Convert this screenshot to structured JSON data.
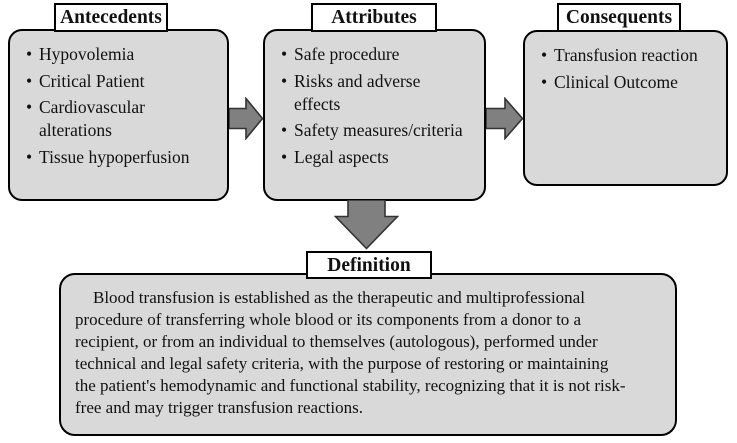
{
  "diagram": {
    "antecedents": {
      "title": "Antecedents",
      "items": [
        "Hypovolemia",
        "Critical Patient",
        "Cardiovascular\nalterations",
        "Tissue hypoperfusion"
      ]
    },
    "attributes": {
      "title": "Attributes",
      "items": [
        "Safe procedure",
        "Risks and adverse\neffects",
        "Safety measures/criteria",
        "Legal aspects"
      ]
    },
    "consequents": {
      "title": "Consequents",
      "items": [
        "Transfusion reaction",
        "Clinical Outcome"
      ]
    },
    "definition": {
      "title": "Definition",
      "text": "Blood transfusion is established as the therapeutic and multiprofessional\nprocedure of transferring whole blood or its components from a donor to a\nrecipient, or from an individual to themselves (autologous), performed under\ntechnical and legal safety criteria, with the purpose of restoring or maintaining\nthe patient's hemodynamic and functional stability, recognizing that it is not risk-\nfree and may trigger transfusion reactions."
    },
    "colors": {
      "box_fill": "#d9d9d9",
      "arrow_fill": "#808080",
      "arrow_outline": "#333333",
      "border": "#000000",
      "title_fill": "#ffffff"
    }
  }
}
